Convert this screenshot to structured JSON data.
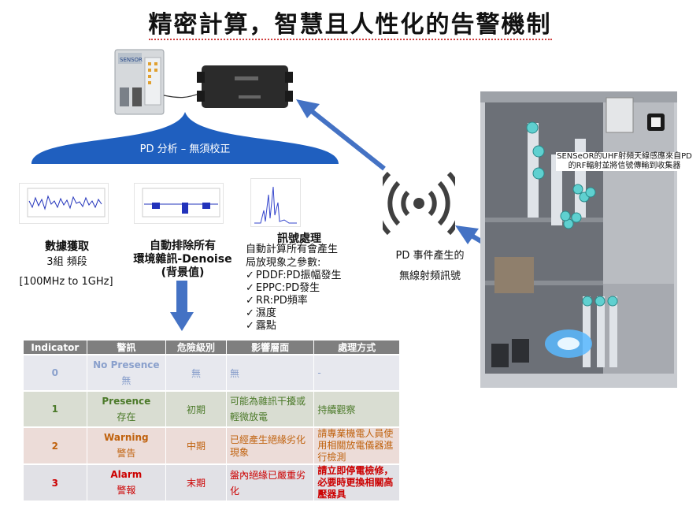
{
  "title": "精密計算，智慧且人性化的告警機制",
  "bracket_label": "PD 分析 – 無須校正",
  "step1": {
    "title": "數據獲取",
    "line1": "3組 頻段",
    "line2": "[100MHz to 1GHz]"
  },
  "step2": {
    "line1": "自動排除所有",
    "line2": "環境雜訊-Denoise",
    "line3": "(背景值)"
  },
  "step3": {
    "title": "訊號處理",
    "line1": "自動計算所有會產生",
    "line2": "局放現象之參數:",
    "items": [
      "PDDF:PD振幅發生",
      "EPPC:PD發生",
      "RR:PD頻率",
      "濕度",
      "露點"
    ]
  },
  "rf": {
    "line1": "PD 事件產生的",
    "line2": "無線射頻訊號"
  },
  "cabinet_note": "SENSeOR的UHF射頻天線感應來自PD的RF輻射並將信號傳輸到收集器",
  "device_label": "SENSOR",
  "table": {
    "headers": [
      "Indicator",
      "警訊",
      "危險級別",
      "影響層面",
      "處理方式"
    ],
    "rows": [
      {
        "indicator": "0",
        "signal_en": "No Presence",
        "signal_zh": "無",
        "level": "無",
        "impact": "無",
        "action": "-",
        "color": "#8aa0cc"
      },
      {
        "indicator": "1",
        "signal_en": "Presence",
        "signal_zh": "存在",
        "level": "初期",
        "impact": "可能為雜訊干擾或輕微放電",
        "action": "持續觀察",
        "color": "#4c7a2a"
      },
      {
        "indicator": "2",
        "signal_en": "Warning",
        "signal_zh": "警告",
        "level": "中期",
        "impact": "已經產生絕緣劣化現象",
        "action": "請專業機電人員使用相關放電儀器進行檢測",
        "color": "#c0620e"
      },
      {
        "indicator": "3",
        "signal_en": "Alarm",
        "signal_zh": "警報",
        "level": "末期",
        "impact": "盤內絕緣已嚴重劣化",
        "action": "請立即停電檢修，必要時更換相關高壓器具",
        "color": "#cc0000"
      }
    ]
  },
  "colors": {
    "arrow": "#4472c4",
    "bracket": "#1f5fbf",
    "table_header": "#7f7f7f"
  }
}
